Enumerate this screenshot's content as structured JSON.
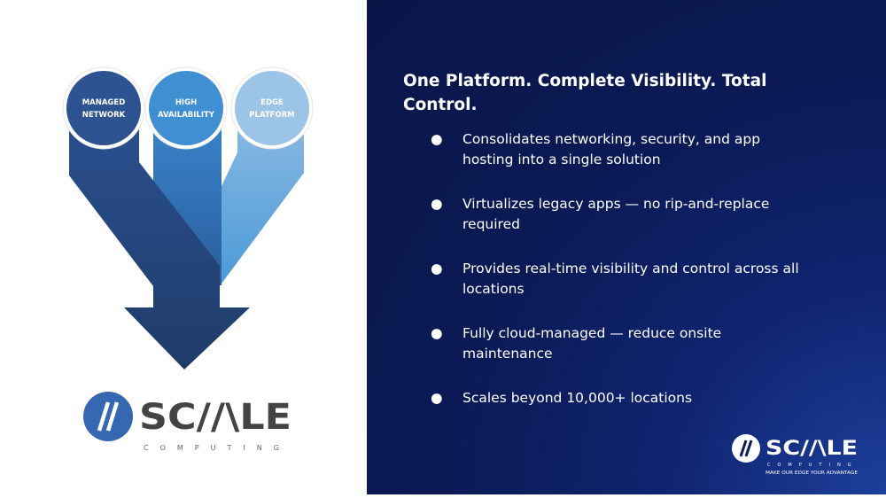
{
  "diagram": {
    "circles": [
      {
        "line1": "MANAGED",
        "line2": "NETWORK",
        "color": "#2d5391"
      },
      {
        "line1": "HIGH",
        "line2": "AVAILABILITY",
        "color": "#3f8fd2"
      },
      {
        "line1": "EDGE",
        "line2": "PLATFORM",
        "color": "#9cc4e6"
      }
    ]
  },
  "logo_left": {
    "brand": "SC//\\LE",
    "sub": "COMPUTING"
  },
  "content": {
    "title": "One Platform. Complete Visibility. Total Control.",
    "bullets": [
      "Consolidates networking, security, and app hosting into a single solution",
      "Virtualizes legacy apps — no rip-and-replace required",
      "Provides real-time visibility and control across all locations",
      "Fully cloud-managed — reduce onsite maintenance",
      "Scales beyond 10,000+ locations"
    ],
    "bullet_glyph": "●"
  },
  "logo_right": {
    "brand": "SC//\\LE",
    "sub": "COMPUTING",
    "tagline": "MAKE OUR EDGE YOUR ADVANTAGE"
  }
}
